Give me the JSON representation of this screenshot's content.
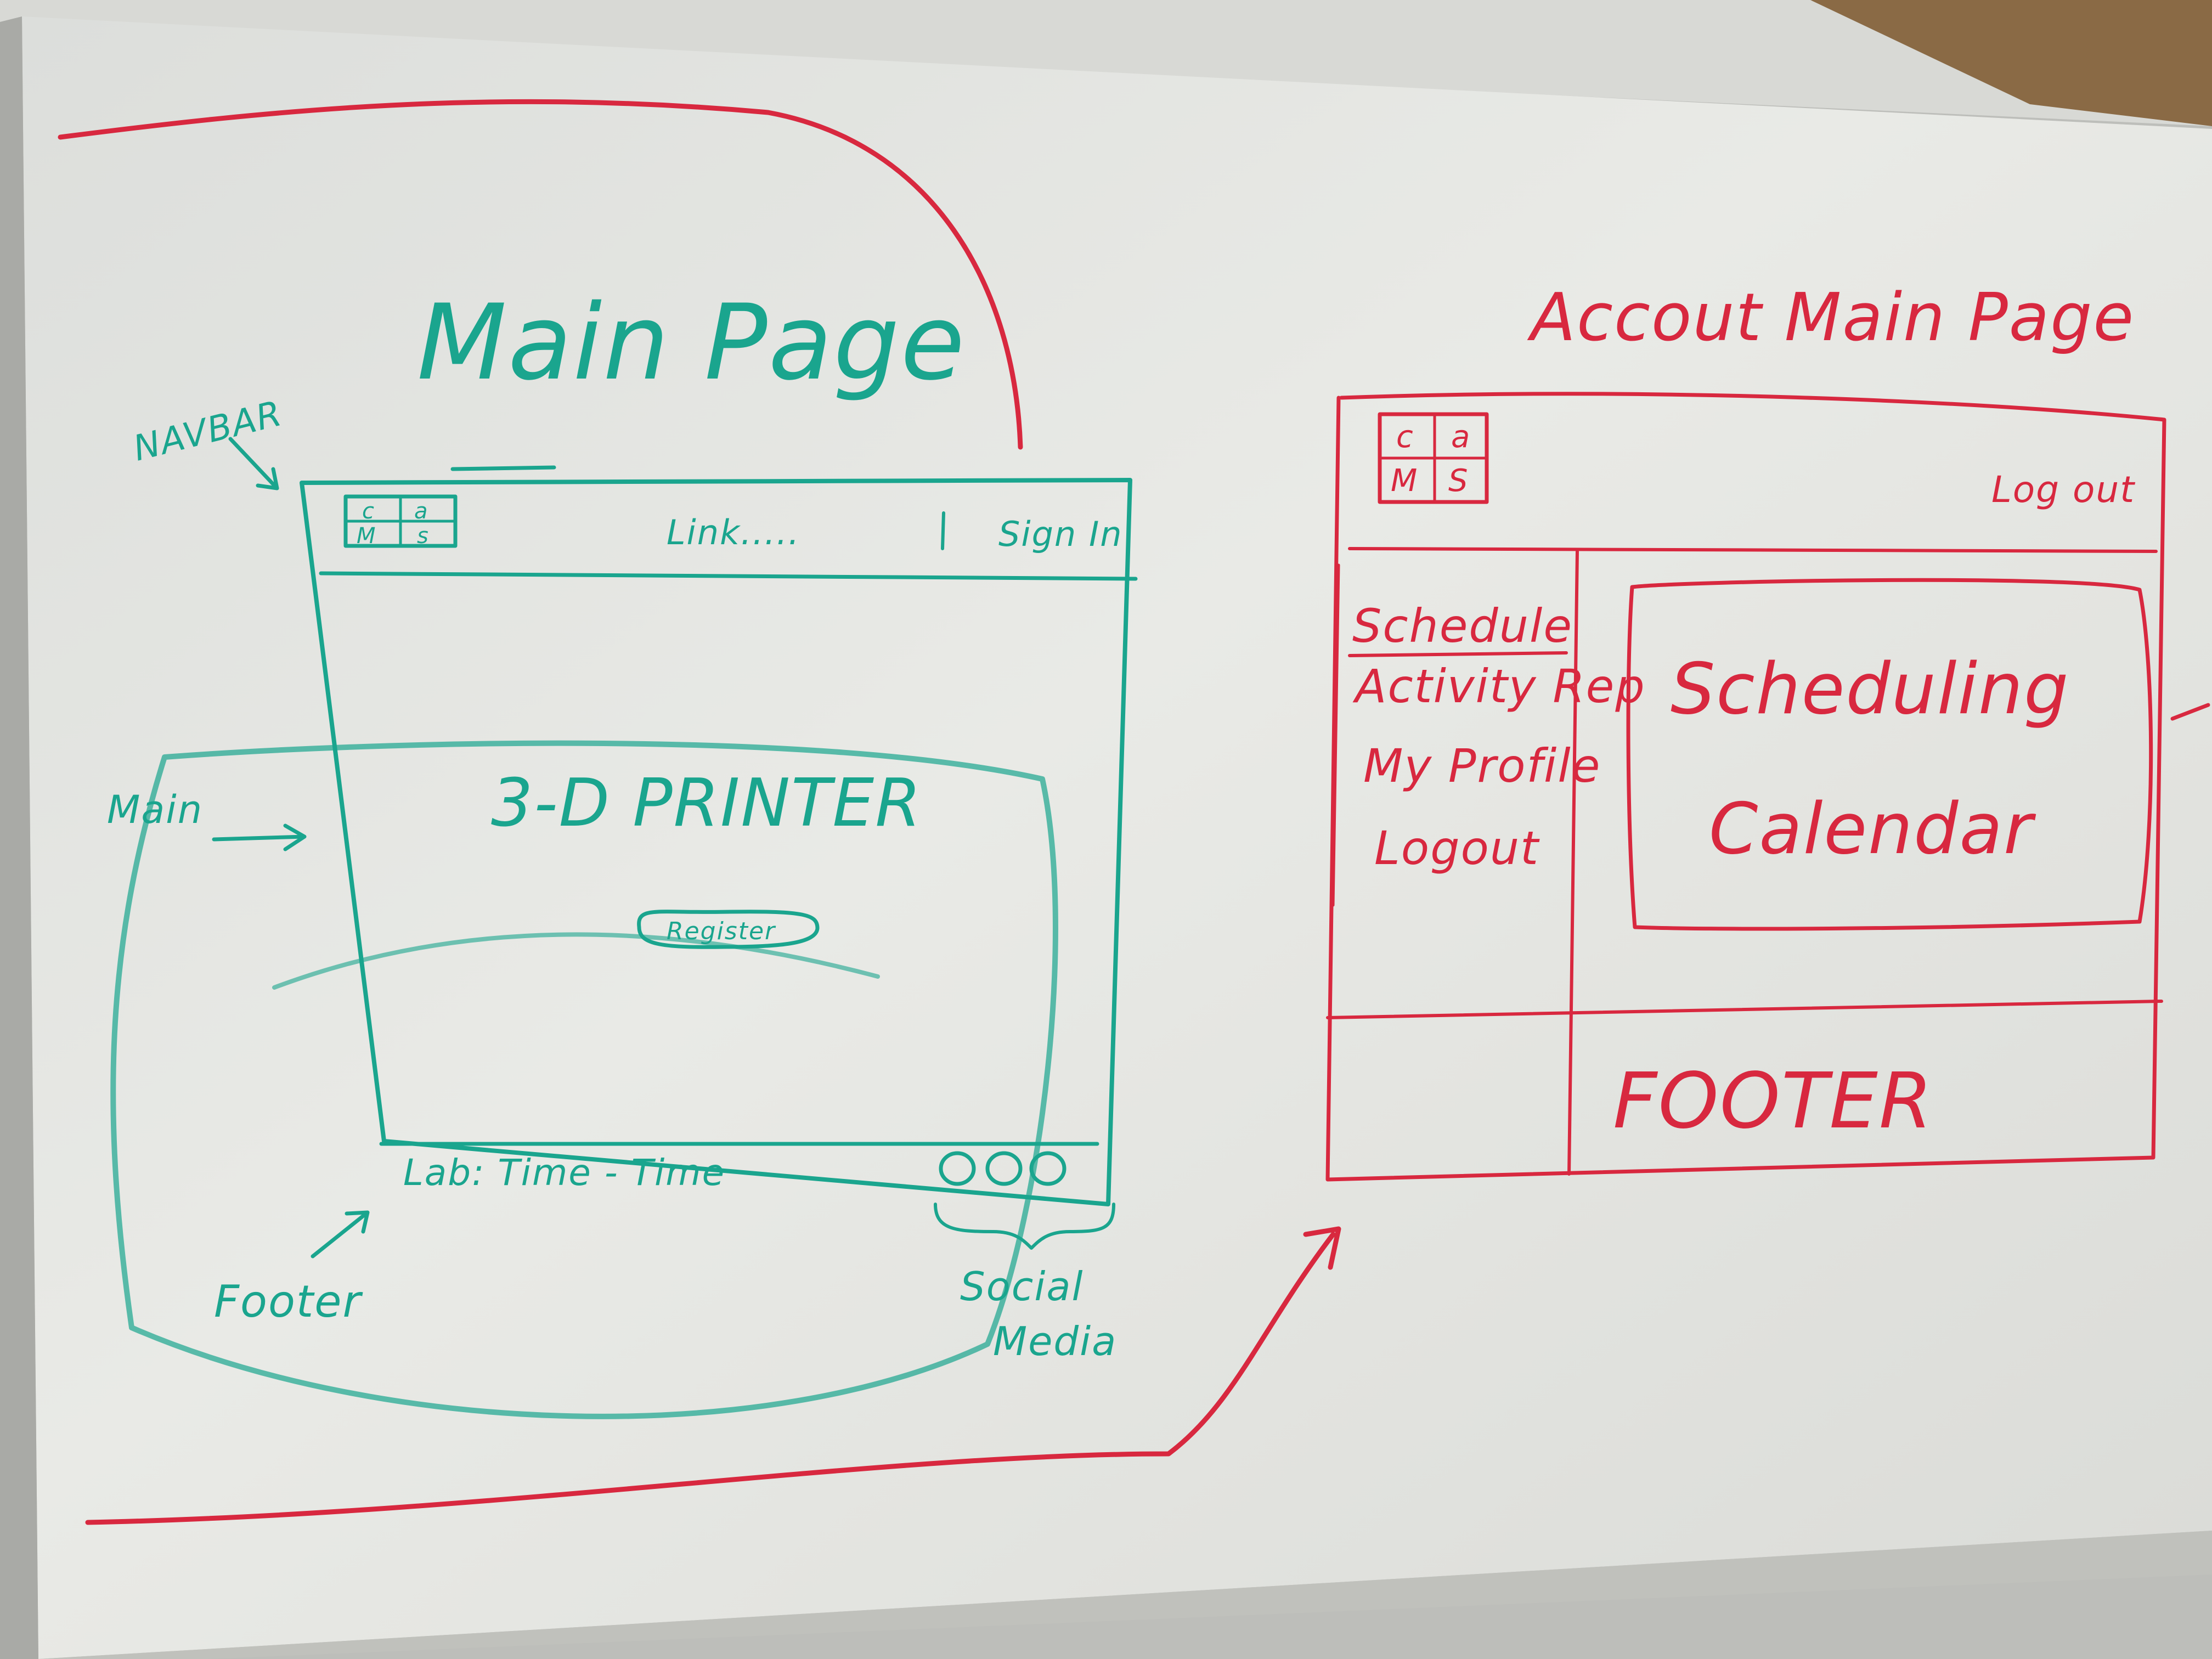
{
  "main_page": {
    "title": "Main Page",
    "annotations": {
      "navbar": "NAVBAR",
      "main": "Main",
      "footer": "Footer",
      "social": [
        "Social",
        "Media"
      ]
    },
    "logo": {
      "c": "c",
      "a": "a",
      "m": "M",
      "s": "s"
    },
    "nav_link": "Link.....",
    "sign_in": "Sign In",
    "hero": "3-D PRINTER",
    "register_button": "Register",
    "footer_text": "Lab: Time - Time"
  },
  "account_page": {
    "title": "Accout Main Page",
    "logo": {
      "c": "c",
      "a": "a",
      "m": "M",
      "s": "S"
    },
    "logout_top": "Log out",
    "sidebar": [
      "Schedule",
      "Activity Rep",
      "My Profile",
      "Logout"
    ],
    "panel": [
      "Scheduling",
      "Calendar"
    ],
    "footer_text": "FOOTER"
  },
  "colors": {
    "teal_marker": "#1aa58e",
    "red_marker": "#d8283f",
    "board": "#e6e7e3",
    "frame": "#c4c5c0"
  }
}
